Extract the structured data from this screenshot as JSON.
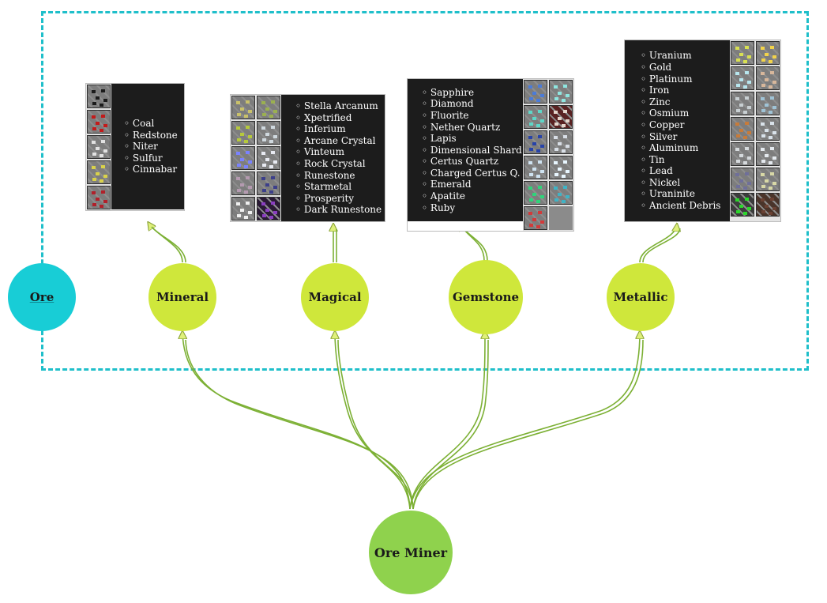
{
  "root": {
    "label": "Ore Miner"
  },
  "group": {
    "label": "Ore"
  },
  "categories": [
    {
      "key": "mineral",
      "label": "Mineral",
      "items": [
        "Coal",
        "Redstone",
        "Niter",
        "Sulfur",
        "Cinnabar"
      ],
      "tiles": [
        "coal-ore-tile",
        "redstone-ore-tile",
        "niter-ore-tile",
        "sulfur-ore-tile",
        "cinnabar-ore-tile"
      ]
    },
    {
      "key": "magical",
      "label": "Magical",
      "items": [
        "Stella Arcanum",
        "Xpetrified",
        "Inferium",
        "Arcane Crystal",
        "Vinteum",
        "Rock Crystal",
        "Runestone",
        "Starmetal",
        "Prosperity",
        "Dark Runestone"
      ],
      "tiles": [
        "stella-arcanum-ore-tile",
        "xpetrified-ore-tile",
        "inferium-ore-tile",
        "arcane-crystal-ore-tile",
        "vinteum-ore-tile",
        "rock-crystal-ore-tile",
        "runestone-ore-tile",
        "starmetal-ore-tile",
        "prosperity-ore-tile",
        "dark-runestone-ore-tile"
      ]
    },
    {
      "key": "gemstone",
      "label": "Gemstone",
      "items": [
        "Sapphire",
        "Diamond",
        "Fluorite",
        "Nether Quartz",
        "Lapis",
        "Dimensional Shard",
        "Certus Quartz",
        "Charged Certus Q.",
        "Emerald",
        "Apatite",
        "Ruby"
      ],
      "tiles": [
        "sapphire-ore-tile",
        "diamond-ore-tile",
        "fluorite-ore-tile",
        "nether-quartz-ore-tile",
        "lapis-ore-tile",
        "dimensional-shard-ore-tile",
        "certus-quartz-ore-tile",
        "charged-certus-ore-tile",
        "emerald-ore-tile",
        "apatite-ore-tile",
        "ruby-ore-tile",
        "empty-slot-tile"
      ]
    },
    {
      "key": "metallic",
      "label": "Metallic",
      "items": [
        "Uranium",
        "Gold",
        "Platinum",
        "Iron",
        "Zinc",
        "Osmium",
        "Copper",
        "Silver",
        "Aluminum",
        "Tin",
        "Lead",
        "Nickel",
        "Uraninite",
        "Ancient Debris"
      ],
      "tiles": [
        "uranium-ore-tile",
        "gold-ore-tile",
        "platinum-ore-tile",
        "iron-ore-tile",
        "zinc-ore-tile",
        "osmium-ore-tile",
        "copper-ore-tile",
        "silver-ore-tile",
        "aluminum-ore-tile",
        "tin-ore-tile",
        "lead-ore-tile",
        "nickel-ore-tile",
        "uraninite-ore-tile",
        "ancient-debris-ore-tile"
      ]
    }
  ],
  "colors": {
    "group_border": "#1fbfca",
    "ore_node": "#18cdd6",
    "category_node": "#cfe73b",
    "root_node": "#8fd24d",
    "edge": "#6fa82a",
    "panel_bg": "#1c1c1c"
  }
}
